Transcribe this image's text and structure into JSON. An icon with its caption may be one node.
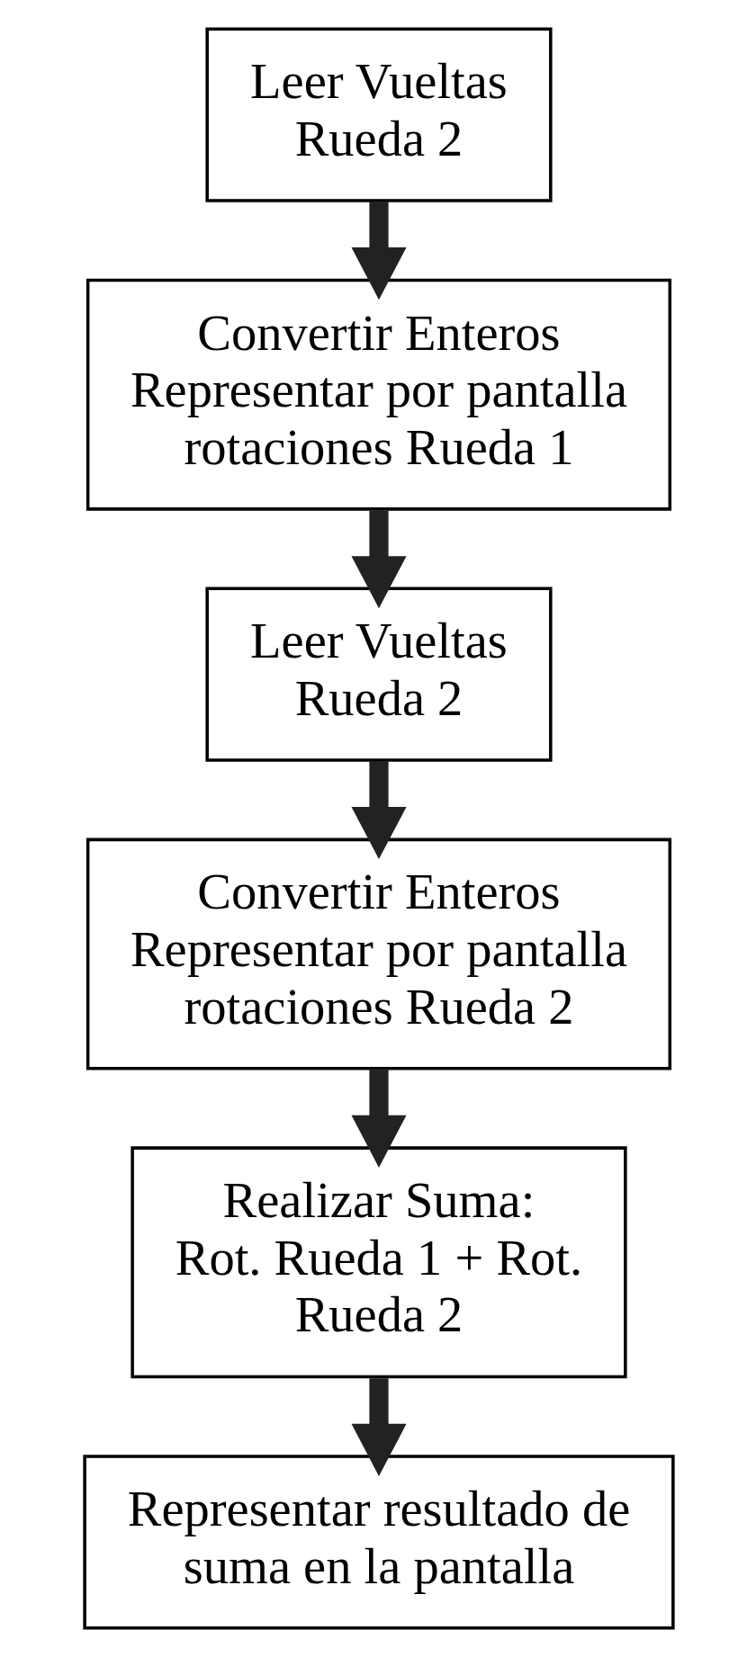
{
  "diagram": {
    "nodes": [
      {
        "text": [
          "Leer Vueltas Rueda 2"
        ]
      },
      {
        "text": [
          "Convertir Enteros",
          "Representar por pantalla rotaciones Rueda 1"
        ]
      },
      {
        "text": [
          "Leer Vueltas Rueda 2"
        ]
      },
      {
        "text": [
          "Convertir Enteros",
          "Representar por pantalla rotaciones Rueda 2"
        ]
      },
      {
        "text": [
          "Realizar Suma:",
          "Rot. Rueda 1 + Rot. Rueda 2"
        ]
      },
      {
        "text": [
          "Representar resultado de suma en la pantalla"
        ]
      }
    ],
    "edges": [
      {
        "from": 0,
        "to": 1,
        "arrow": "to"
      },
      {
        "from": 1,
        "to": 2,
        "arrow": "to"
      },
      {
        "from": 2,
        "to": 3,
        "arrow": "to"
      },
      {
        "from": 3,
        "to": 4,
        "arrow": "to"
      },
      {
        "from": 4,
        "to": 5,
        "arrow": "to"
      }
    ]
  }
}
